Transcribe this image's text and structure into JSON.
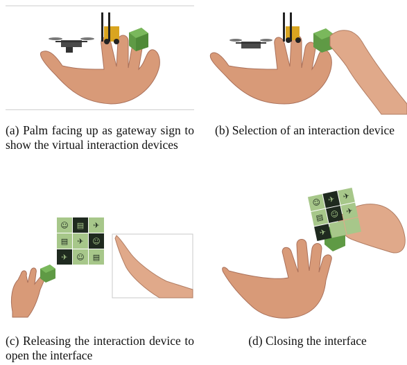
{
  "captions": {
    "a": "(a) Palm facing up as gateway sign to show the virtual interaction devices",
    "b": "(b) Selection of an interaction device",
    "c": "(c) Releasing the interaction device to open the interface",
    "d": "(d) Closing the interface"
  },
  "figure": {
    "panels": [
      "panel-a",
      "panel-b",
      "panel-c",
      "panel-d"
    ],
    "cube_color": "#6aa84f",
    "skin_color": "#d89a78",
    "tile_light": "#a7c78a",
    "tile_dark": "#1f2a1f"
  },
  "tiles": {
    "c": [
      "☺",
      "▤",
      "✈",
      "▤",
      "✈",
      "☺",
      "✈",
      "☺",
      "▤"
    ],
    "d": [
      "☺",
      "✈",
      "✈",
      "▤",
      "☺",
      "✈",
      "✈",
      "",
      ""
    ]
  }
}
